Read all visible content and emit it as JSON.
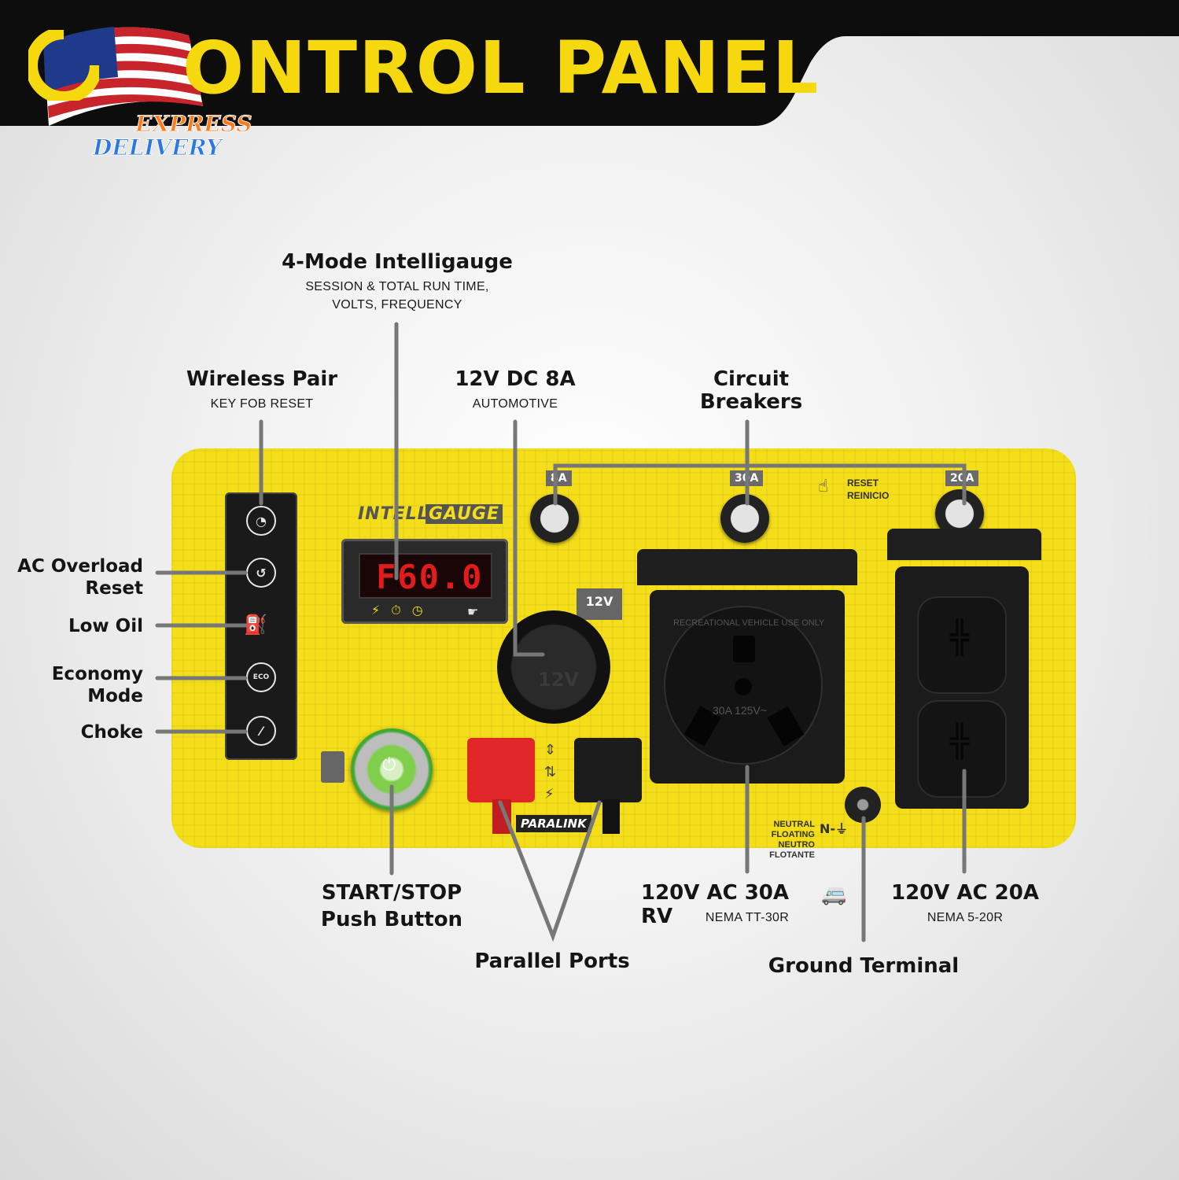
{
  "header": {
    "title": "ONTROL PANEL",
    "badge": {
      "line1": "EXPRESS",
      "line2": "DELIVERY"
    }
  },
  "callouts": {
    "intelligauge": {
      "title": "4-Mode Intelligauge",
      "subtitle_line1": "SESSION & TOTAL RUN TIME,",
      "subtitle_line2": "VOLTS, FREQUENCY"
    },
    "wireless": {
      "title": "Wireless Pair",
      "subtitle": "KEY FOB RESET"
    },
    "dc": {
      "title": "12V DC 8A",
      "subtitle": "AUTOMOTIVE"
    },
    "breakers": {
      "title_line1": "Circuit",
      "title_line2": "Breakers"
    },
    "overload": {
      "line1": "AC Overload",
      "line2": "Reset"
    },
    "low_oil": {
      "label": "Low Oil"
    },
    "economy": {
      "line1": "Economy",
      "line2": "Mode"
    },
    "choke": {
      "label": "Choke"
    },
    "start": {
      "line1": "START/STOP",
      "line2": "Push Button"
    },
    "parallel": {
      "label": "Parallel Ports"
    },
    "rv": {
      "title": "120V AC 30A RV",
      "subtitle": "NEMA TT-30R"
    },
    "ac20": {
      "title": "120V AC 20A",
      "subtitle": "NEMA 5-20R"
    },
    "ground": {
      "label": "Ground Terminal"
    }
  },
  "panel": {
    "gauge_brand": "INTELLI",
    "gauge_brand2": "GAUGE",
    "gauge_readout": "F60.0",
    "breaker_labels": [
      "8A",
      "30A",
      "20A"
    ],
    "reset_line1": "RESET",
    "reset_line2": "REINICIO",
    "dc_tag": "12V",
    "dc_socket_text": "12V",
    "rv_arc_text": "RECREATIONAL VEHICLE USE ONLY",
    "rv_rating": "30A  125V~",
    "paralink": "PARALINK",
    "neutral_line1": "NEUTRAL FLOATING",
    "neutral_line2": "NEUTRO FLOTANTE",
    "neutral_symbol": "N-⏚",
    "strip_icons": [
      "wifi-icon",
      "overload-icon",
      "oil-can-icon",
      "eco-icon",
      "choke-icon"
    ],
    "eco_text": "ECO"
  },
  "colors": {
    "panel_yellow": "#f4de1a",
    "header_black": "#0d0d0d",
    "title_yellow": "#f6d80f",
    "leader_gray": "#777777",
    "readout_red": "#e21c1c",
    "port_red": "#e0282a",
    "start_green": "#3ea935"
  }
}
